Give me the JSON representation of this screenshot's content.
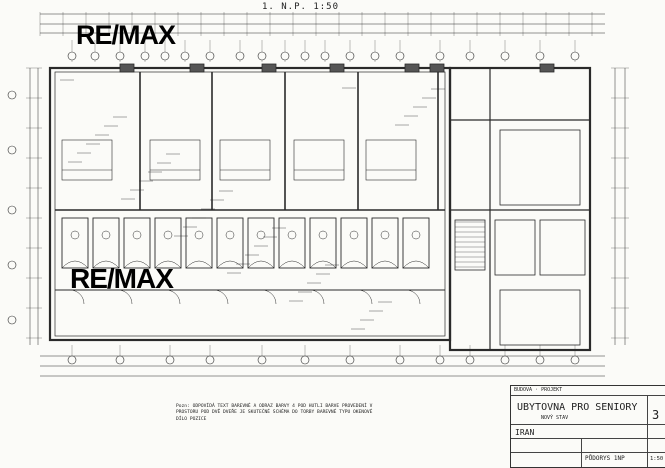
{
  "drawing": {
    "sheet_title": "1. N.P.  1:50",
    "logo": "RE/MAX",
    "note": "Pozn: ODPOVÍDÁ TEXT BAREVNÉ A ODRAZ BARVY 4 POD HUTLI BARVE PROVEDENÍ V PROSTORU POD DVĚ DVEŘE JE SKUTEČNÉ SCHÉMA DO TORBY BAREVNÉ TYPU OKENOVÉ DÍLO POZICE",
    "title_block": {
      "header": "BUDOVA · PROJEKT",
      "project": "UBYTOVNA PRO SENIORY",
      "subtitle": "NOVÝ STAV",
      "sheet_no": "3",
      "place": "IRAN",
      "drawing_name": "PŮDORYS 1NP",
      "scale": "1:50"
    }
  }
}
